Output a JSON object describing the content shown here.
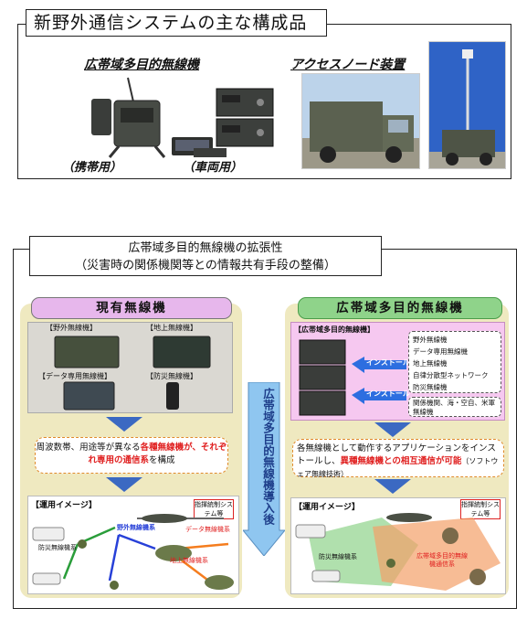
{
  "top": {
    "title": "新野外通信システムの主な構成品",
    "radio_heading": "広帯域多目的無線機",
    "node_heading": "アクセスノード装置",
    "portable_caption": "（携帯用）",
    "vehicle_caption": "（車両用）"
  },
  "bottom": {
    "title_line1": "広帯域多目的無線機の拡張性",
    "title_line2": "（災害時の関係機関等との情報共有手段の整備）",
    "left": {
      "header": "現有無線機",
      "devices": [
        "【野外無線機】",
        "【地上無線機】",
        "【データ専用無線機】",
        "【防災無線機】"
      ],
      "callout_pre": "周波数帯、用途等が異なる",
      "callout_red": "各種無線機が、それぞれ専用の通信系",
      "callout_post": "を構成",
      "scene_title": "【運用イメージ】",
      "command_label": "指揮統制システム等",
      "labels": {
        "field": "野外無線機系",
        "data": "データ無線機系",
        "disaster": "防災無線機系",
        "ground": "地上無線機系"
      }
    },
    "middle": {
      "arrow_text": "広帯域多目的無線機導入後"
    },
    "right": {
      "header": "広帯域多目的無線機",
      "device_label": "【広帯域多目的無線機】",
      "install1": "インストール",
      "install2": "インストール",
      "apps": [
        "野外無線機",
        "データ専用無線機",
        "地上無線機",
        "自律分散型ネットワーク",
        "防災無線機"
      ],
      "apps2": [
        "関係機関、海・空自、米軍無線機"
      ],
      "callout_pre": "各無線機として動作するアプリケーションをインストールし、",
      "callout_red": "異種無線機との相互通信が可能",
      "callout_post": "（ソフトウェア無線技術）",
      "scene_title": "【運用イメージ】",
      "command_label": "指揮統制システム等",
      "labels": {
        "disaster": "防災無線機系",
        "broadband": "広帯域多目的無線機通信系"
      }
    }
  }
}
